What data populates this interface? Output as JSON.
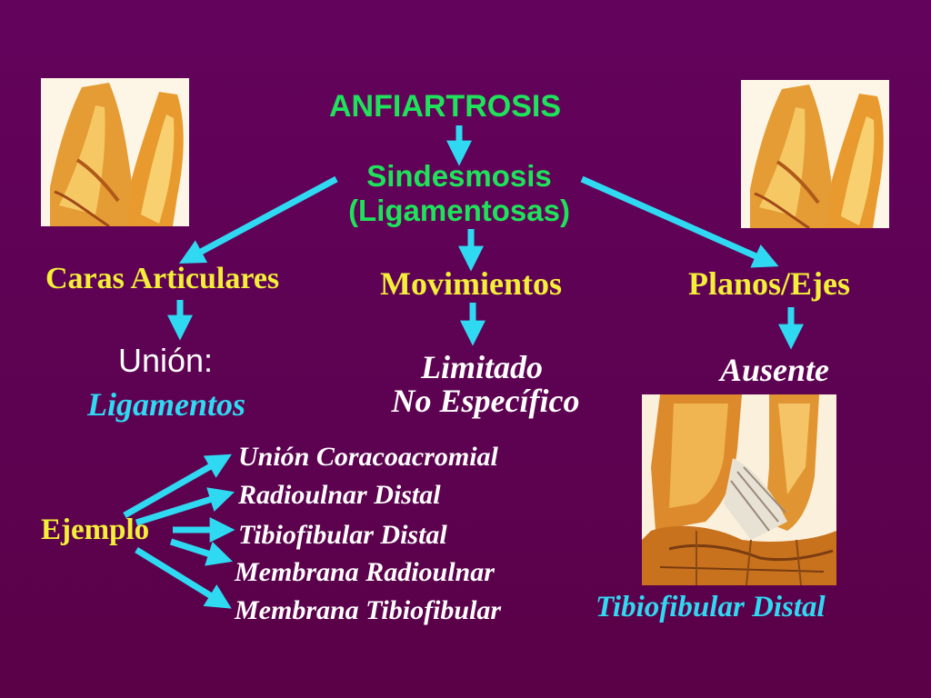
{
  "title": "ANFIARTROSIS",
  "subtitle_line1": "Sindesmosis",
  "subtitle_line2": "(Ligamentosas)",
  "columns": {
    "left": {
      "header": "Caras Articulares",
      "label": "Unión:",
      "value": "Ligamentos"
    },
    "middle": {
      "header": "Movimientos",
      "value_line1": "Limitado",
      "value_line2": "No Específico"
    },
    "right": {
      "header": "Planos/Ejes",
      "value": "Ausente"
    }
  },
  "example": {
    "label": "Ejemplo",
    "items": [
      "Unión  Coracoacromial",
      "Radioulnar Distal",
      "Tibiofibular Distal",
      "Membrana Radioulnar",
      "Membrana Tibiofibular"
    ]
  },
  "figure_caption": "Tibiofibular Distal",
  "colors": {
    "background": "#600258",
    "arrow": "#2fd9f2",
    "title_green": "#1ee35a",
    "header_yellow": "#f3ee38",
    "value_cyan": "#2fd9f2"
  }
}
